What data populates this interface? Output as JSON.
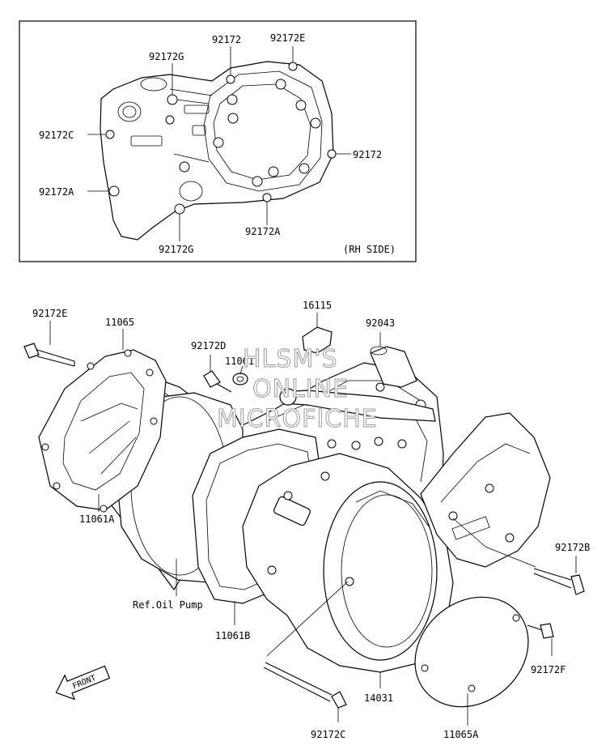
{
  "inset": {
    "side_label": "(RH SIDE)",
    "callouts": [
      "92172",
      "92172E",
      "92172G",
      "92172C",
      "92172",
      "92172A",
      "92172G",
      "92172A"
    ]
  },
  "main": {
    "callouts": [
      "92172E",
      "11065",
      "92172D",
      "11061",
      "16115",
      "92043",
      "11061A",
      "Ref.Oil Pump",
      "11061B",
      "92172B",
      "92172F",
      "14031",
      "92172C",
      "11065A"
    ]
  },
  "front_label": "FRONT",
  "watermark": [
    "HLSM'S",
    "ONLINE",
    "MICROFICHE"
  ]
}
